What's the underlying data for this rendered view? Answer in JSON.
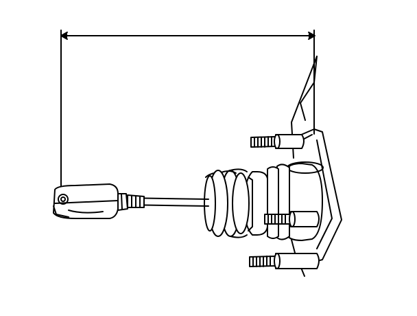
{
  "figure": {
    "description_visible_text": "",
    "colors": {
      "ink": "#000000",
      "paper": "#ffffff"
    },
    "parts": [
      "dimension-line",
      "clevis",
      "lock-nut",
      "actuator-rod",
      "diaphragm-boot",
      "actuator-housing",
      "mounting-bracket",
      "mounting-stud-upper",
      "mounting-stud-middle",
      "mounting-stud-lower",
      "support-plate"
    ]
  }
}
